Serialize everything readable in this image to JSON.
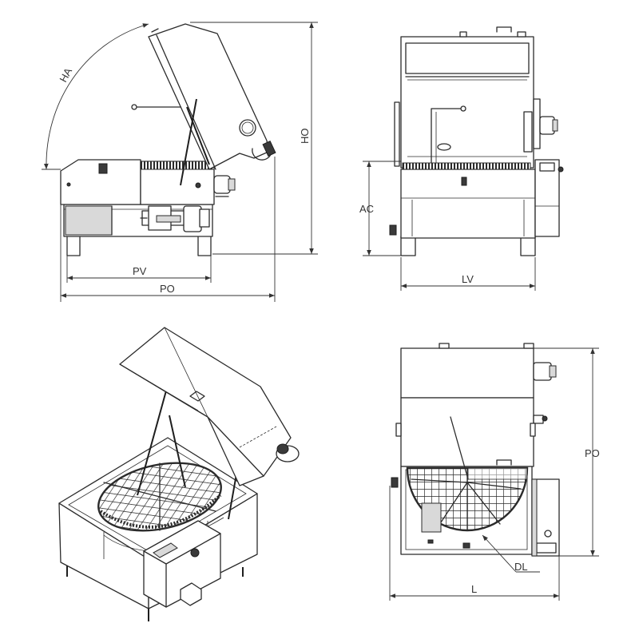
{
  "labels": {
    "ha": "HA",
    "ho": "HO",
    "pv": "PV",
    "po_side": "PO",
    "ac": "AC",
    "lv": "LV",
    "po_top": "PO",
    "dl": "DL",
    "l": "L"
  },
  "views": [
    "side-view",
    "front-view",
    "isometric-view",
    "top-view"
  ]
}
